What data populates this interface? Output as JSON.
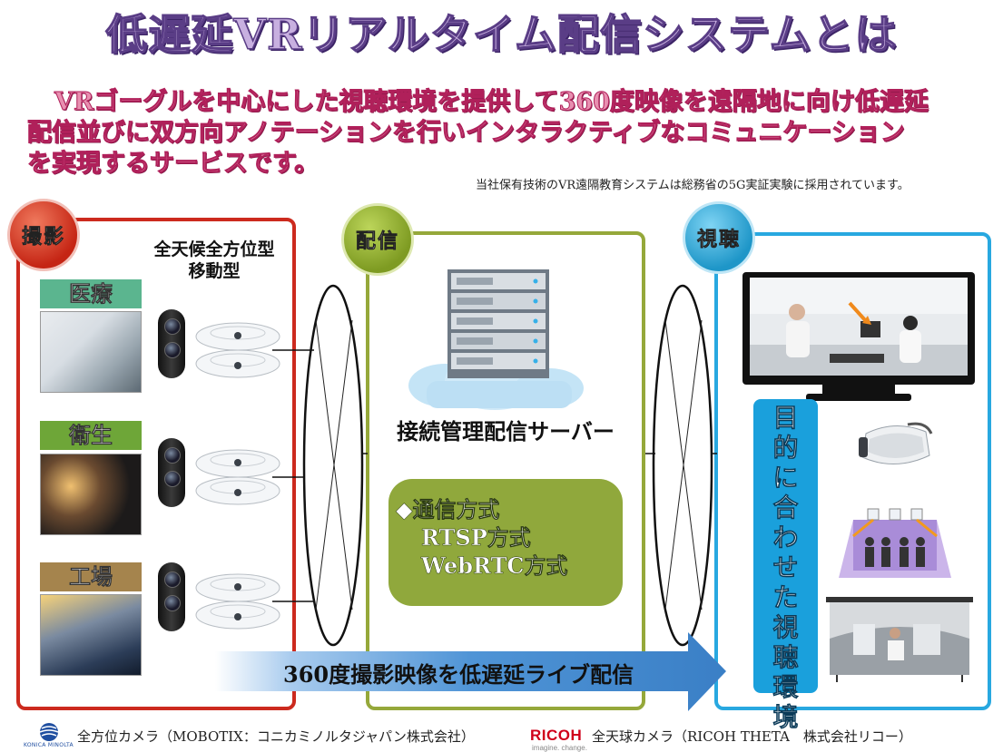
{
  "title": "低遅延VRリアルタイム配信システムとは",
  "intro": {
    "line1": "VRゴーグルを中心にした視聴環境を提供して360度映像を遠隔地に向け低遅延",
    "line2": "配信並びに双方向アノテーションを行いインタラクティブなコミュニケーション",
    "line3": "を実現するサービスです。"
  },
  "note": "当社保有技術のVR遠隔教育システムは総務省の5G実証実験に採用されています。",
  "capture": {
    "badge": "撮影",
    "heading_line1": "全天候全方位型",
    "heading_line2": "移動型",
    "categories": [
      "医療",
      "衛生",
      "工場"
    ]
  },
  "distribution": {
    "badge": "配信",
    "server_caption": "接続管理配信サーバー",
    "method_title": "◆通信方式",
    "methods": [
      "RTSP方式",
      "WebRTC方式"
    ]
  },
  "viewing": {
    "badge": "視聴",
    "vertical_label": [
      "目",
      "的",
      "に",
      "合",
      "わ",
      "せ",
      "た",
      "視",
      "聴",
      "環",
      "境"
    ]
  },
  "arrow_label": "360度撮影映像を低遅延ライブ配信",
  "footer": {
    "left": "全方位カメラ（MOBOTIX：コニカミノルタジャパン株式会社）",
    "left_logo_text": "KONICA MINOLTA",
    "right_logo": "RICOH",
    "right_logo_sub": "imagine. change.",
    "right": "全天球カメラ（RICOH THETA　株式会社リコー）"
  },
  "colors": {
    "capture": "#cc2a1e",
    "distribution": "#95a83a",
    "viewing": "#28a8e0",
    "arrow": "#3f8bd0"
  }
}
